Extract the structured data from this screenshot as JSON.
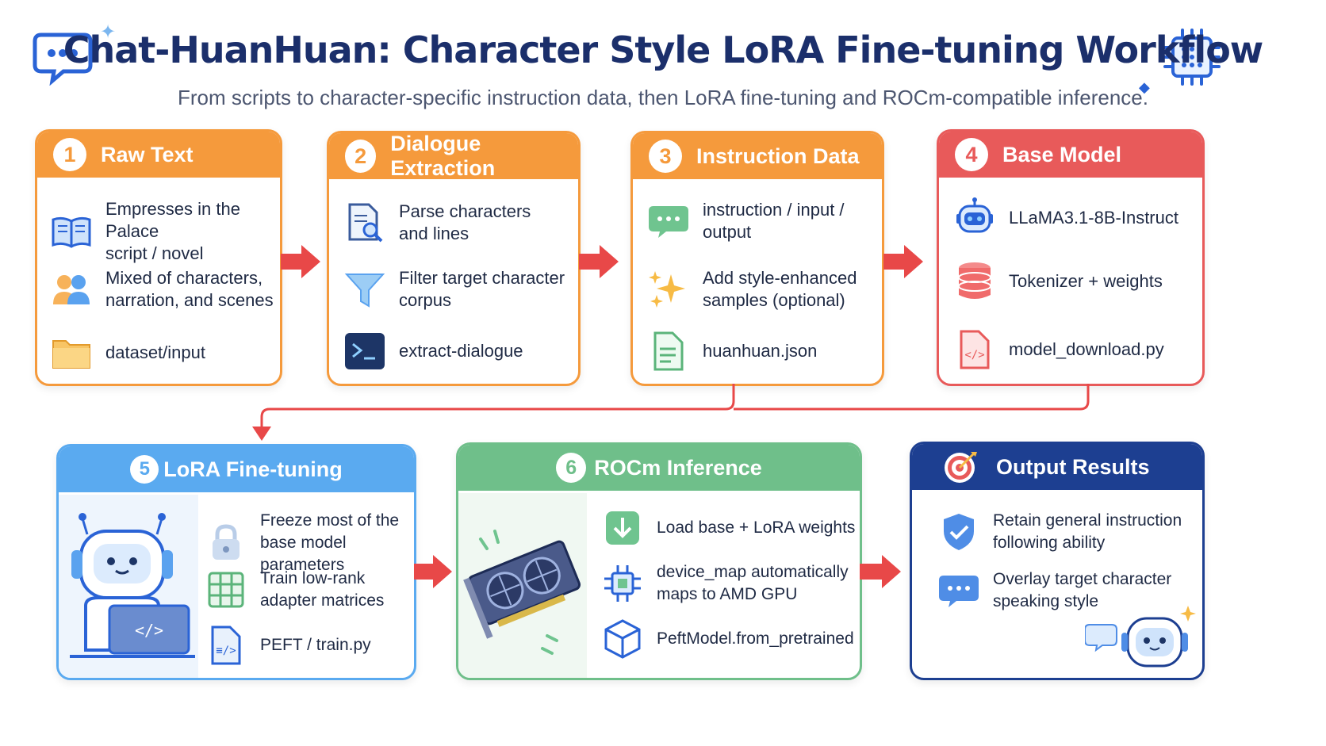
{
  "header": {
    "title": "Chat-HuanHuan: Character Style LoRA Fine-tuning Workflow",
    "subtitle": "From scripts to character-specific instruction data, then LoRA fine-tuning and ROCm-compatible inference."
  },
  "colors": {
    "orange": "#f59a3c",
    "red": "#e85a5a",
    "blue": "#5aaaf0",
    "green": "#6fbf8a",
    "navy": "#1d3f91",
    "arrow": "#e84848"
  },
  "steps": [
    {
      "num": "1",
      "title": "Raw Text",
      "items": [
        {
          "icon": "book-icon",
          "text": "Empresses in the Palace\nscript / novel"
        },
        {
          "icon": "people-icon",
          "text": "Mixed of characters,\nnarration, and scenes"
        },
        {
          "icon": "folder-icon",
          "text": "dataset/input"
        }
      ]
    },
    {
      "num": "2",
      "title": "Dialogue Extraction",
      "items": [
        {
          "icon": "document-search-icon",
          "text": "Parse characters\nand lines"
        },
        {
          "icon": "funnel-icon",
          "text": "Filter target character\ncorpus"
        },
        {
          "icon": "terminal-icon",
          "text": "extract-dialogue"
        }
      ]
    },
    {
      "num": "3",
      "title": "Instruction Data",
      "items": [
        {
          "icon": "chat-bubble-icon",
          "text": "instruction / input /\noutput"
        },
        {
          "icon": "sparkle-icon",
          "text": "Add style-enhanced\nsamples (optional)"
        },
        {
          "icon": "json-file-icon",
          "text": "huanhuan.json"
        }
      ]
    },
    {
      "num": "4",
      "title": "Base Model",
      "items": [
        {
          "icon": "robot-icon",
          "text": "LLaMA3.1-8B-Instruct"
        },
        {
          "icon": "database-icon",
          "text": "Tokenizer + weights"
        },
        {
          "icon": "code-file-icon",
          "text": "model_download.py"
        }
      ]
    },
    {
      "num": "5",
      "title": "LoRA Fine-tuning",
      "items": [
        {
          "icon": "lock-icon",
          "text": "Freeze most of the\nbase model parameters"
        },
        {
          "icon": "grid-icon",
          "text": "Train low-rank\nadapter matrices"
        },
        {
          "icon": "script-file-icon",
          "text": "PEFT / train.py"
        }
      ]
    },
    {
      "num": "6",
      "title": "ROCm Inference",
      "items": [
        {
          "icon": "download-icon",
          "text": "Load base + LoRA weights"
        },
        {
          "icon": "chip-icon",
          "text": "device_map automatically\nmaps to AMD GPU"
        },
        {
          "icon": "cube-icon",
          "text": "PeftModel.from_pretrained"
        }
      ]
    },
    {
      "num": "",
      "title": "Output Results",
      "items": [
        {
          "icon": "shield-check-icon",
          "text": "Retain general instruction\nfollowing ability"
        },
        {
          "icon": "speech-bubble-icon",
          "text": "Overlay target character\nspeaking style"
        }
      ]
    }
  ]
}
